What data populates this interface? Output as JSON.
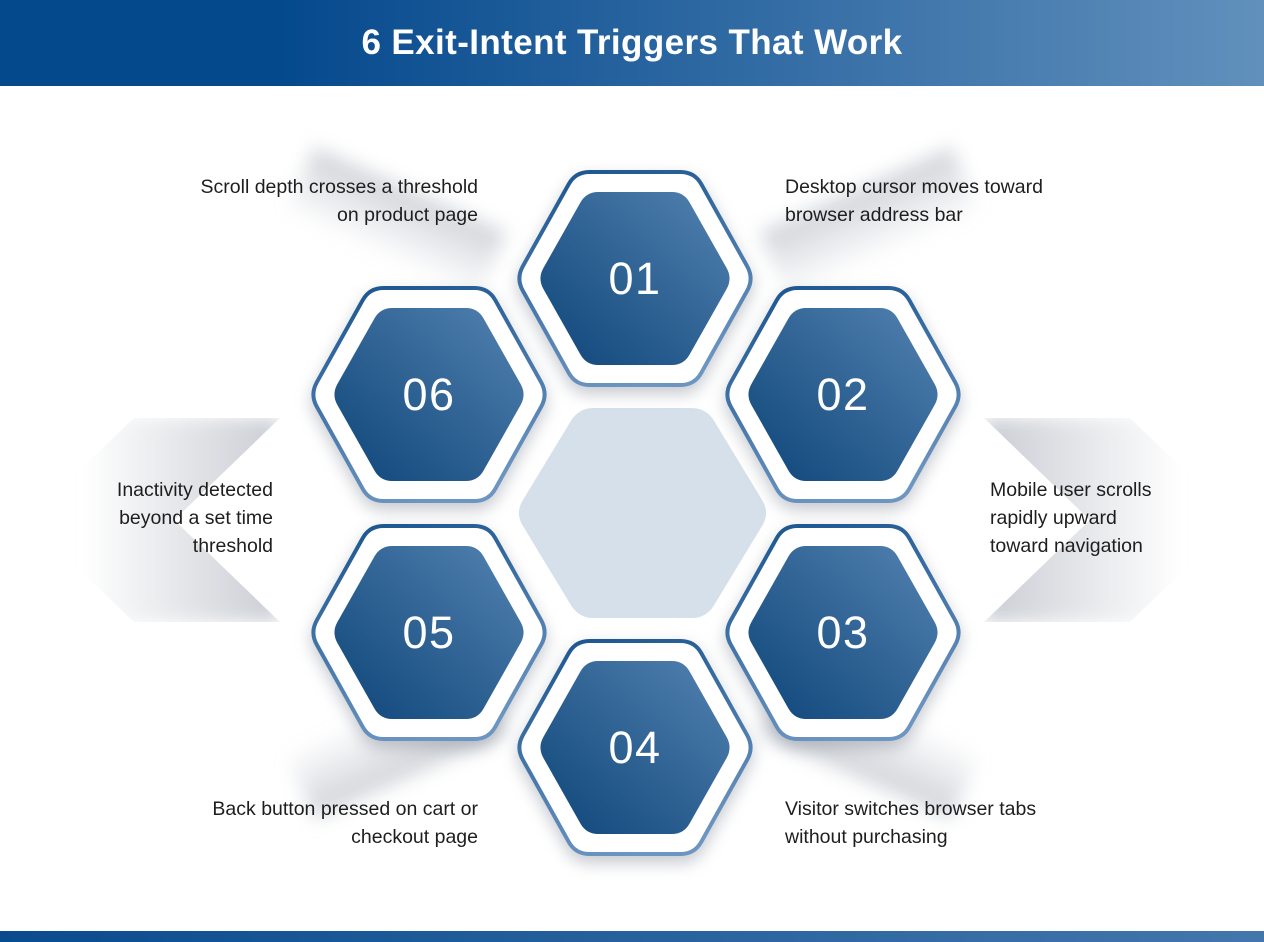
{
  "header": {
    "title": "6 Exit-Intent Triggers That Work"
  },
  "triggers": [
    {
      "number": "01",
      "label": "Desktop cursor moves toward\nbrowser address bar"
    },
    {
      "number": "02",
      "label": "Mobile user scrolls\nrapidly upward\ntoward navigation"
    },
    {
      "number": "03",
      "label": "Visitor switches browser tabs\nwithout purchasing"
    },
    {
      "number": "04",
      "label": "Back button pressed on cart or\ncheckout page"
    },
    {
      "number": "05",
      "label": "Inactivity detected\nbeyond a set time\nthreshold"
    },
    {
      "number": "06",
      "label": "Scroll depth crosses a threshold\non product page"
    }
  ],
  "colors": {
    "header_gradient_left": "#05498D",
    "header_gradient_right": "#6190BC",
    "footer_gradient_left": "#0A4B8E",
    "footer_gradient_right": "#4377AC",
    "hex_fill_dark": "#0E4579",
    "hex_fill_light": "#5282B0",
    "hex_stroke_dark": "#1D5791",
    "hex_stroke_light": "#6C95C1",
    "center_hex_fill": "#D5E0EA",
    "number_color": "#FFFFFF",
    "label_color": "#1E1E1E"
  }
}
